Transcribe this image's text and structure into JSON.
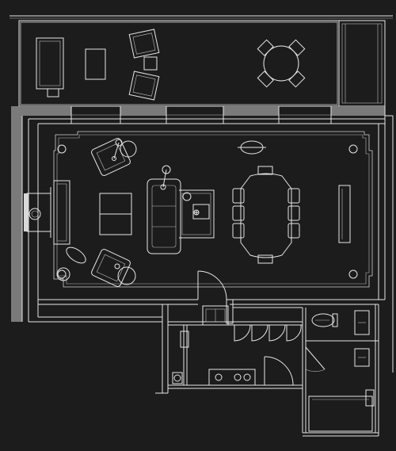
{
  "drawing": {
    "kind": "architectural floor plan",
    "colors": {
      "background": "#1c1c1c",
      "line": "#e6e6e6",
      "wall_fill": "#7a7a7a"
    },
    "rooms": [
      "balcony",
      "living-room",
      "entry-corridor",
      "bathroom"
    ],
    "furniture": [
      "sofa",
      "armchair",
      "dining-table",
      "chairs",
      "coffee-table",
      "toilet",
      "washbasin",
      "wardrobe"
    ]
  }
}
